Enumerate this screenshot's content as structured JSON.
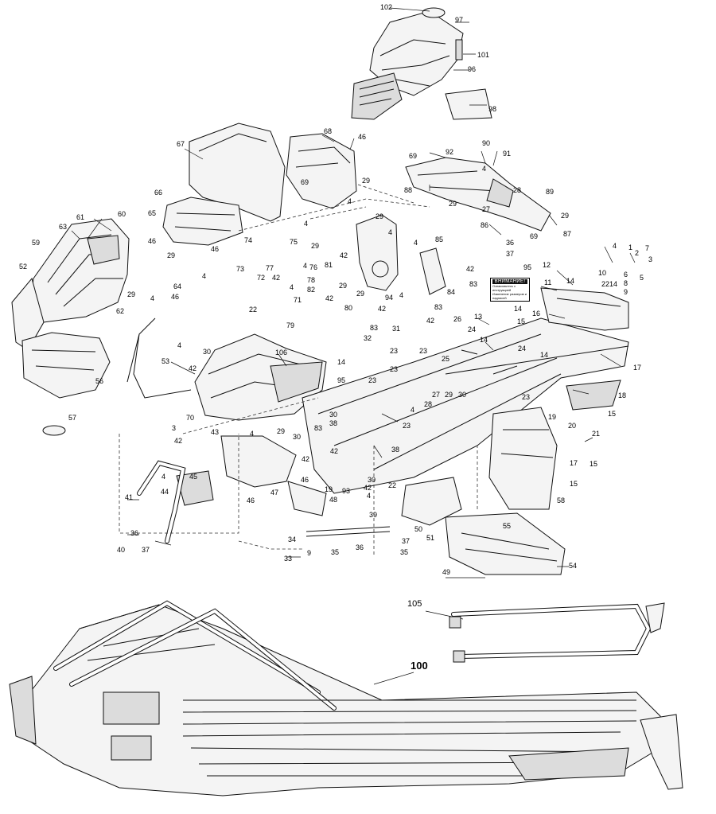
{
  "callouts": [
    "102",
    "97",
    "101",
    "96",
    "98",
    "67",
    "68",
    "46",
    "69",
    "29",
    "4",
    "66",
    "65",
    "61",
    "60",
    "63",
    "59",
    "52",
    "62",
    "56",
    "57",
    "64",
    "74",
    "75",
    "73",
    "77",
    "72",
    "71",
    "22",
    "78",
    "76",
    "81",
    "42",
    "82",
    "80",
    "79",
    "90",
    "91",
    "92",
    "88",
    "28",
    "89",
    "87",
    "27",
    "86",
    "85",
    "36",
    "37",
    "84",
    "83",
    "95",
    "12",
    "11",
    "14",
    "1",
    "2",
    "3",
    "5",
    "6",
    "7",
    "8",
    "9",
    "10",
    "13",
    "15",
    "16",
    "17",
    "18",
    "19",
    "20",
    "21",
    "23",
    "24",
    "25",
    "26",
    "30",
    "31",
    "32",
    "38",
    "39",
    "40",
    "41",
    "43",
    "44",
    "45",
    "47",
    "48",
    "49",
    "50",
    "51",
    "53",
    "54",
    "55",
    "58",
    "70",
    "93",
    "94",
    "106",
    "33",
    "34",
    "35",
    "105",
    "100"
  ],
  "sticker": {
    "title": "ВНИМАНИЕ!",
    "lines": [
      "Ознакомьтесь с инструкцией",
      "Изменение размеров и надписей"
    ]
  }
}
